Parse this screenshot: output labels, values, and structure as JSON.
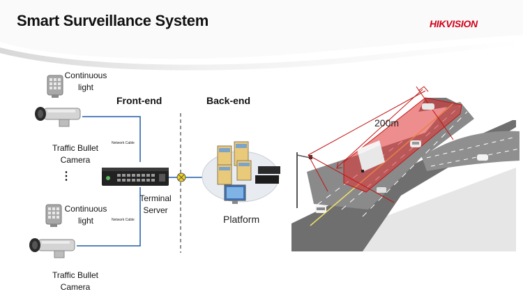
{
  "title": "Smart Surveillance System",
  "brand": {
    "logo_text": "HIKVISION",
    "color": "#d0021b"
  },
  "front_end": {
    "header": "Front-end",
    "devices": [
      {
        "light_label": "Continuous light",
        "camera_label": "Traffic Bullet Camera",
        "cable_label": "Network Cable"
      },
      {
        "light_label": "Continuous light",
        "camera_label": "Traffic Bullet Camera",
        "cable_label": "Network Cable"
      }
    ],
    "ellipsis": "⋮",
    "terminal_label": "Terminal Server"
  },
  "back_end": {
    "header": "Back-end",
    "platform_label": "Platform"
  },
  "scene": {
    "distance_label": "200m",
    "detection_zone_color": "#e03030"
  },
  "colors": {
    "link": "#1e5aa8",
    "divider": "#444444"
  }
}
